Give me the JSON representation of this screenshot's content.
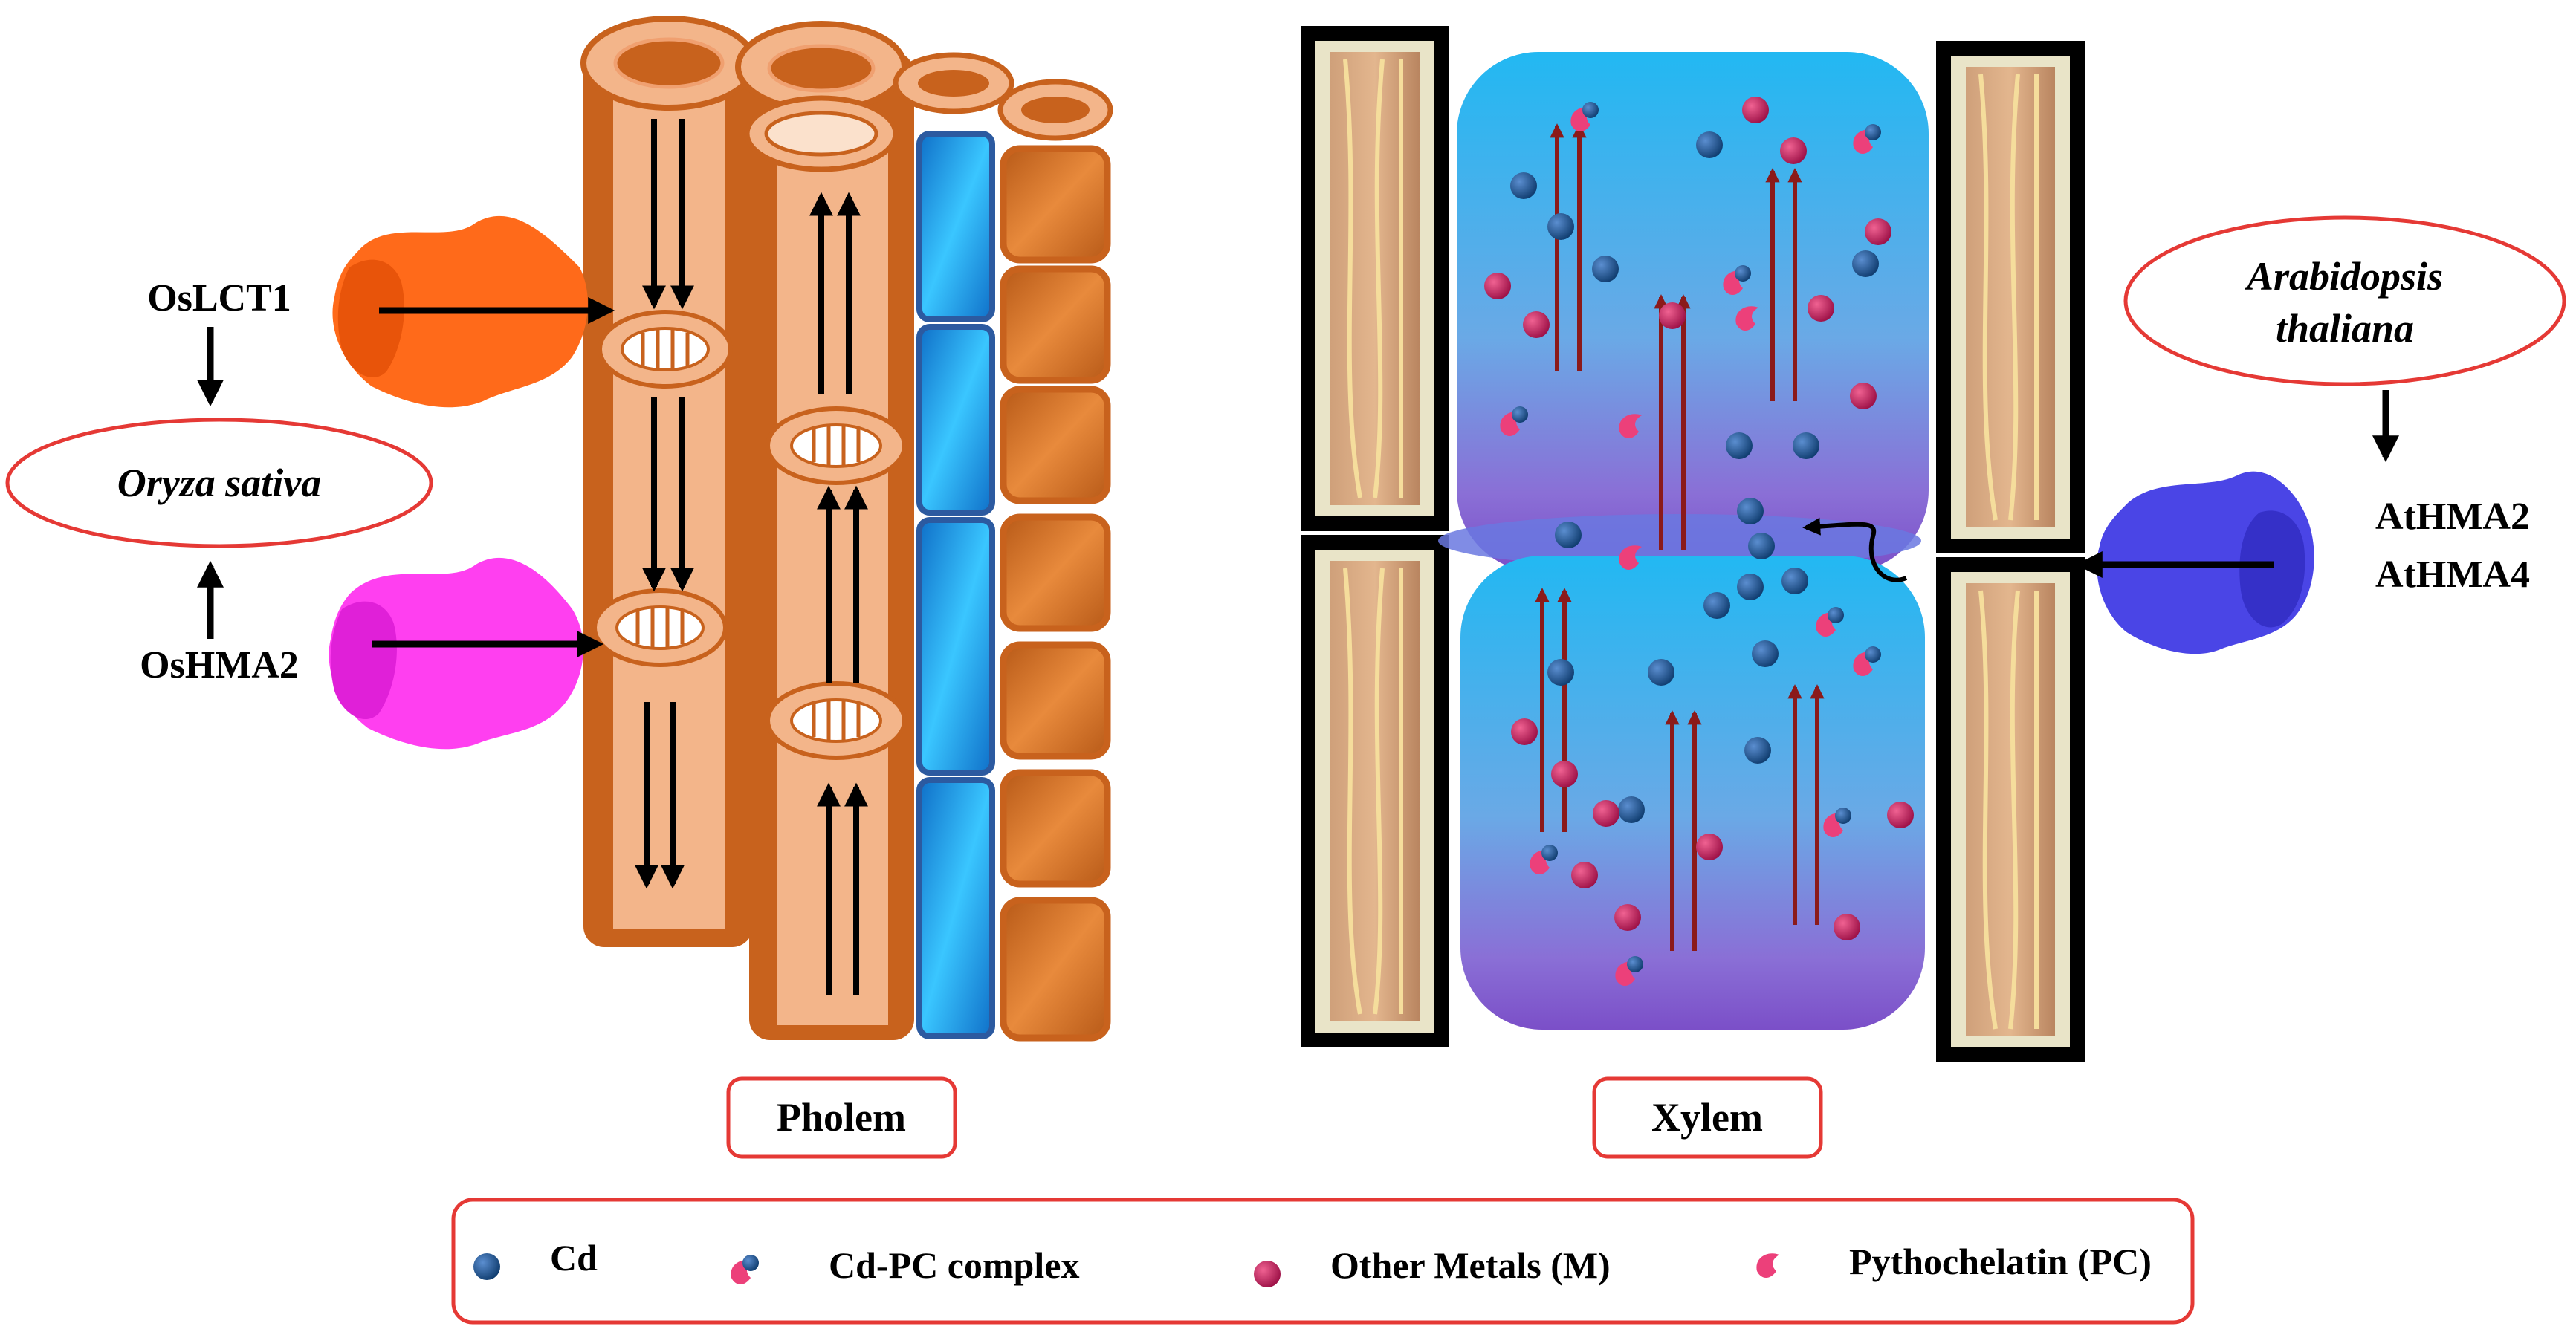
{
  "left": {
    "protein_top": "OsLCT1",
    "species": "Oryza sativa",
    "protein_bottom": "OsHMA2"
  },
  "right": {
    "species_line1": "Arabidopsis",
    "species_line2": "thaliana",
    "protein_line1": "AtHMA2",
    "protein_line2": "AtHMA4"
  },
  "tissues": {
    "phloem": "Pholem",
    "xylem": "Xylem"
  },
  "legend": [
    {
      "label": "Cd",
      "symbol": "cd"
    },
    {
      "label": "Cd-PC complex",
      "symbol": "cdpc"
    },
    {
      "label": "Other Metals (M)",
      "symbol": "metal"
    },
    {
      "label": "Pythochelatin (PC)",
      "symbol": "pc"
    }
  ],
  "colors": {
    "cd": "#1d4f86",
    "metal": "#c2185b",
    "pc": "#ec407a",
    "phloem_dark": "#c8621d",
    "phloem_light": "#f3b58a",
    "xylem_fill": "#1fb6ef",
    "oslct1": "#ff6a1a",
    "oshma2": "#ff3ff0",
    "athma": "#4a45e6",
    "frame_red": "#e53935",
    "arrow_red": "#8b1a1a"
  },
  "icons": {
    "transporter": "transporter-protein-icon",
    "sieve_plate": "sieve-plate-icon",
    "vessel_cell": "vessel-cell-icon"
  }
}
